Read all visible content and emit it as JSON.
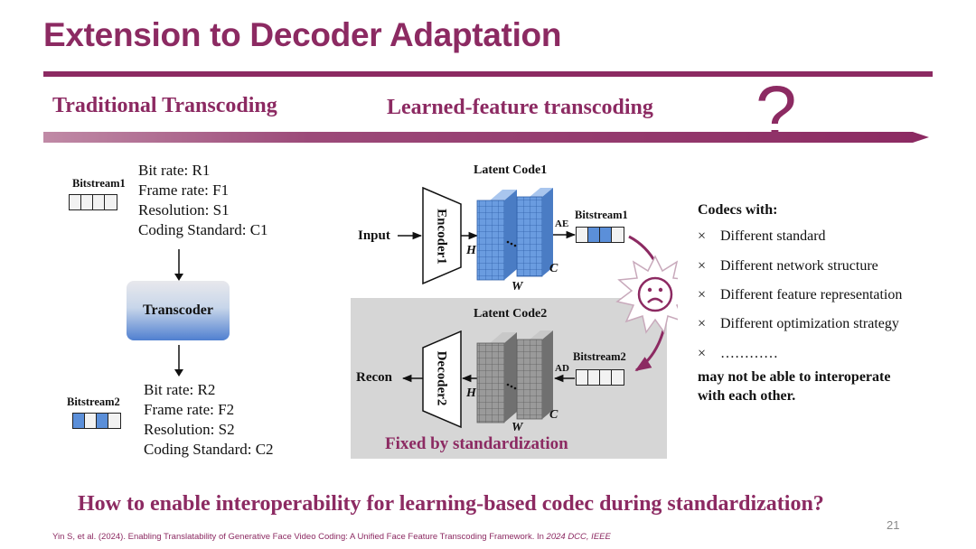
{
  "title": "Extension to Decoder Adaptation",
  "subtitles": {
    "left": "Traditional Transcoding",
    "right": "Learned-feature transcoding",
    "question_mark": "?"
  },
  "traditional": {
    "bitstream1_label": "Bitstream1",
    "params1": [
      "Bit rate: R1",
      "Frame rate: F1",
      "Resolution: S1",
      "Coding Standard: C1"
    ],
    "transcoder": "Transcoder",
    "bitstream2_label": "Bitstream2",
    "params2": [
      "Bit rate: R2",
      "Frame rate: F2",
      "Resolution: S2",
      "Coding Standard: C2"
    ]
  },
  "learned": {
    "latent1": "Latent Code1",
    "latent2": "Latent Code2",
    "input": "Input",
    "encoder": "Encoder1",
    "decoder": "Decoder2",
    "recon": "Recon",
    "ae": "AE",
    "ad": "AD",
    "bitstream1": "Bitstream1",
    "bitstream2": "Bitstream2",
    "h": "H",
    "w": "W",
    "c": "C",
    "fixed": "Fixed by standardization"
  },
  "codecs": {
    "heading": "Codecs with:",
    "mark": "×",
    "items": [
      "Different standard",
      "Different network structure",
      "Different feature representation",
      "Different optimization strategy",
      "…………"
    ],
    "conclusion_line1": "may not be able to interoperate",
    "conclusion_line2": "with each other."
  },
  "question": "How to enable interoperability for learning-based codec during standardization?",
  "citation": {
    "text": "Yin S, et al. (2024). Enabling Translatability of Generative Face Video Coding: A Unified Face Feature Transcoding Framework.  In ",
    "venue": "2024 DCC, IEEE"
  },
  "page_number": "21",
  "colors": {
    "accent": "#8c2a62",
    "blue": "#5b8fd9",
    "gray": "#8f8f8f"
  }
}
